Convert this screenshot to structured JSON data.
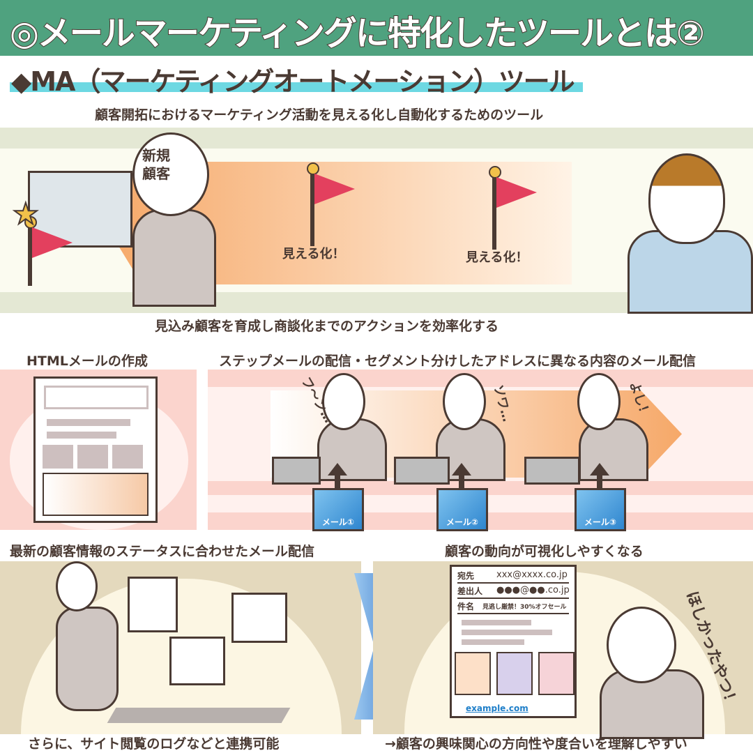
{
  "header": {
    "title": "◎メールマーケティングに特化したツールとは②"
  },
  "subheading": "◆MA（マーケティングオートメーション）ツール",
  "section1": {
    "caption_top": "顧客開拓におけるマーケティング活動を見える化し自動化するためのツール",
    "speech": "新規\n顧客",
    "flag_labels": [
      "見える化！",
      "見える化！"
    ],
    "caption_bottom": "見込み顧客を育成し商談化までのアクションを効率化する"
  },
  "section2": {
    "left_title": "HTMLメールの作成",
    "right_title": "ステップメールの配信・セグメント分けしたアドレスに異なる内容のメール配信",
    "sfx": [
      "フ〜ン…",
      "ソワ…",
      "よし！"
    ],
    "mails": [
      "メール①",
      "メール②",
      "メール③"
    ]
  },
  "section3": {
    "left_title": "最新の顧客情報のステータスに合わせたメール配信",
    "left_caption": "さらに、サイト閲覧のログなどと連携可能",
    "right_title": "顧客の動向が可視化しやすくなる",
    "right_caption": "→顧客の興味関心の方向性や度合いを理解しやすい",
    "email": {
      "to_label": "宛先",
      "to": "xxx@xxxx.co.jp",
      "from_label": "差出人",
      "from": "●●●@●●.co.jp",
      "subject_label": "件名",
      "subject": "見逃し厳禁！30%オフセール",
      "link": "example.com"
    },
    "sfx": "ほしかったやつ！"
  },
  "colors": {
    "header": "#4fa27f",
    "underline": "#6dd8e2",
    "pink": "#fbd4cd",
    "tan": "#e4d9bd",
    "flag": "#e3405e",
    "link": "#1f7fc9"
  }
}
